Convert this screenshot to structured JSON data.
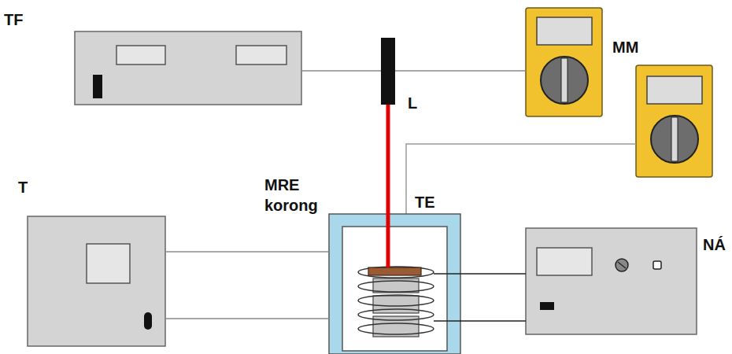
{
  "diagram": {
    "nodes": [
      {
        "text": [
          "TF"
        ]
      },
      {
        "text": [
          "L"
        ]
      },
      {
        "text": [
          "MM"
        ]
      },
      {
        "text": [
          "T"
        ]
      },
      {
        "text": [
          "TE"
        ]
      },
      {
        "text": [
          "MRE korong"
        ],
        "in": 4
      },
      {
        "text": [
          "NÁ"
        ]
      }
    ],
    "edges": [
      {
        "from": 0,
        "to": 1,
        "arrow": "none"
      },
      {
        "from": 1,
        "to": 2,
        "arrow": "none"
      },
      {
        "from": 1,
        "to": 5,
        "arrow": "none"
      },
      {
        "from": 3,
        "to": 4,
        "arrow": "none"
      },
      {
        "from": 3,
        "to": 4,
        "arrow": "none"
      },
      {
        "from": 4,
        "to": 6,
        "arrow": "none"
      },
      {
        "from": 4,
        "to": 6,
        "arrow": "none"
      }
    ]
  }
}
